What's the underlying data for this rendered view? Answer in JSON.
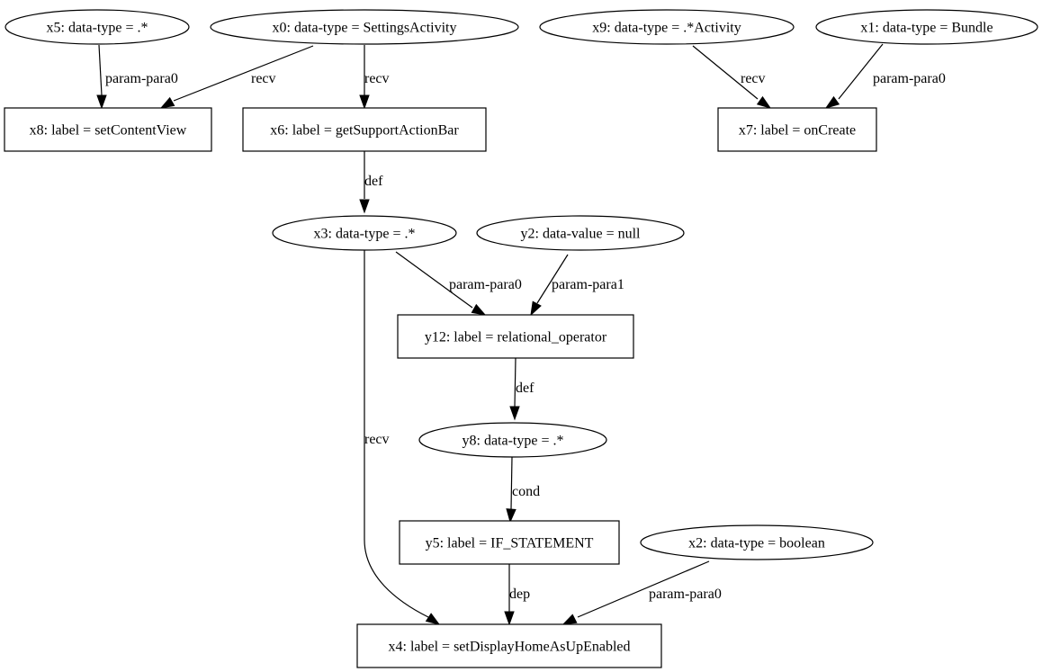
{
  "nodes": [
    {
      "id": "x5",
      "shape": "ellipse",
      "text": "x5: data-type = .*"
    },
    {
      "id": "x0",
      "shape": "ellipse",
      "text": "x0: data-type = SettingsActivity"
    },
    {
      "id": "x9",
      "shape": "ellipse",
      "text": "x9: data-type = .*Activity"
    },
    {
      "id": "x1",
      "shape": "ellipse",
      "text": "x1: data-type = Bundle"
    },
    {
      "id": "x8",
      "shape": "box",
      "text": "x8: label = setContentView"
    },
    {
      "id": "x6",
      "shape": "box",
      "text": "x6: label = getSupportActionBar"
    },
    {
      "id": "x7",
      "shape": "box",
      "text": "x7: label = onCreate"
    },
    {
      "id": "x3",
      "shape": "ellipse",
      "text": "x3: data-type = .*"
    },
    {
      "id": "y2",
      "shape": "ellipse",
      "text": "y2: data-value = null"
    },
    {
      "id": "y12",
      "shape": "box",
      "text": "y12: label = relational_operator"
    },
    {
      "id": "y8",
      "shape": "ellipse",
      "text": "y8: data-type = .*"
    },
    {
      "id": "y5",
      "shape": "box",
      "text": "y5: label = IF_STATEMENT"
    },
    {
      "id": "x2",
      "shape": "ellipse",
      "text": "x2: data-type = boolean"
    },
    {
      "id": "x4",
      "shape": "box",
      "text": "x4: label = setDisplayHomeAsUpEnabled"
    }
  ],
  "edges": [
    {
      "from": "x5",
      "to": "x8",
      "label": "param-para0"
    },
    {
      "from": "x0",
      "to": "x8",
      "label": "recv"
    },
    {
      "from": "x0",
      "to": "x6",
      "label": "recv"
    },
    {
      "from": "x9",
      "to": "x7",
      "label": "recv"
    },
    {
      "from": "x1",
      "to": "x7",
      "label": "param-para0"
    },
    {
      "from": "x6",
      "to": "x3",
      "label": "def"
    },
    {
      "from": "x3",
      "to": "y12",
      "label": "param-para0"
    },
    {
      "from": "y2",
      "to": "y12",
      "label": "param-para1"
    },
    {
      "from": "x3",
      "to": "x4",
      "label": "recv"
    },
    {
      "from": "y12",
      "to": "y8",
      "label": "def"
    },
    {
      "from": "y8",
      "to": "y5",
      "label": "cond"
    },
    {
      "from": "y5",
      "to": "x4",
      "label": "dep"
    },
    {
      "from": "x2",
      "to": "x4",
      "label": "param-para0"
    }
  ]
}
